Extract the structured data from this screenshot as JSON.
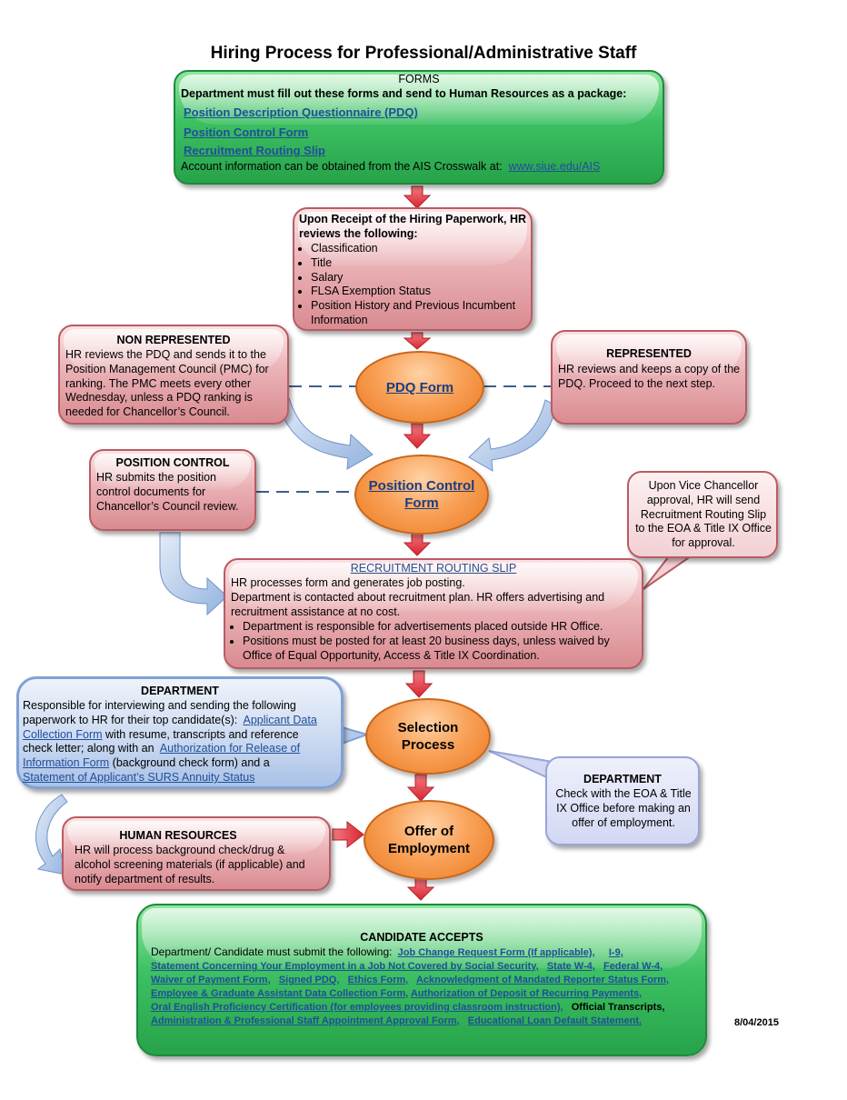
{
  "title": "Hiring Process for Professional/Administrative Staff",
  "forms": {
    "heading": "FORMS",
    "intro": "Department must fill out these forms and send to Human Resources as a package:",
    "links": [
      "Position Description Questionnaire (PDQ)",
      "Position Control Form",
      "Recruitment Routing Slip"
    ],
    "account_text": "Account information can be obtained from the AIS Crosswalk at:",
    "account_link": "www.siue.edu/AIS"
  },
  "receipt": {
    "heading": "Upon Receipt of the Hiring Paperwork, HR reviews the following:",
    "items": [
      "Classification",
      "Title",
      "Salary",
      "FLSA Exemption Status",
      "Position History and Previous Incumbent Information"
    ]
  },
  "non_represented": {
    "heading": "NON REPRESENTED",
    "text": "HR reviews the PDQ and sends it to the Position Management Council (PMC) for ranking.  The PMC meets every other Wednesday, unless a PDQ ranking is needed for Chancellor’s Council."
  },
  "represented": {
    "heading": "REPRESENTED",
    "text": "HR reviews and keeps a copy of the PDQ. Proceed to the next step."
  },
  "pdq_oval": "PDQ Form",
  "position_control": {
    "heading": "POSITION CONTROL",
    "text": "HR submits the position control documents for Chancellor’s Council review."
  },
  "position_control_oval": "Position Control Form",
  "vice_chancellor": {
    "text": "Upon Vice Chancellor approval, HR will send Recruitment Routing Slip to the EOA & Title IX Office for approval."
  },
  "routing": {
    "heading": "RECRUITMENT ROUTING SLIP",
    "line1": "HR processes form and generates job posting.",
    "line2": "Department is contacted about recruitment plan. HR offers advertising and recruitment assistance at no cost.",
    "bullets": [
      "Department is responsible for advertisements placed outside HR Office.",
      "Positions must be posted for at least 20 business days, unless waived by Office of Equal Opportunity, Access & Title IX Coordination."
    ]
  },
  "department_left": {
    "heading": "DEPARTMENT",
    "t1": "Responsible for interviewing and sending the following paperwork to HR for their top candidate(s):",
    "l1": "Applicant Data Collection Form",
    "t2": "with resume, transcripts and reference check letter; along with an",
    "l2": "Authorization for Release of Information Form",
    "t3": "(background check form) and a",
    "l3": "Statement of Applicant’s SURS Annuity Status"
  },
  "selection_oval": "Selection Process",
  "department_right": {
    "heading": "DEPARTMENT",
    "text": "Check with the EOA & Title IX Office before making an offer of employment."
  },
  "human_resources": {
    "heading": "HUMAN RESOURCES",
    "text": "HR will process background check/drug & alcohol screening materials (if applicable) and notify department of results."
  },
  "offer_oval": "Offer of Employment",
  "candidate": {
    "heading": "CANDIDATE ACCEPTS",
    "intro": "Department/ Candidate must submit the following:",
    "links": [
      "Job Change Request Form (If applicable),",
      "I-9,",
      "Statement Concerning Your Employment in a Job Not Covered by Social Security,",
      "State W-4,",
      "Federal W-4,",
      "Waiver of Payment Form,",
      "Signed PDQ,",
      "Ethics Form,",
      "Acknowledgment of Mandated Reporter Status Form,",
      "Employee & Graduate Assistant Data Collection Form,",
      "Authorization of Deposit of Recurring Payments,",
      "Oral English Proficiency Certification (for employees providing classroom instruction),",
      "Administration & Professional Staff Appointment Approval Form,",
      "Educational Loan Default Statement."
    ],
    "official": "Official Transcripts,"
  },
  "date": "8/04/2015",
  "colors": {
    "green": "#27a34a",
    "pink": "#d98b91",
    "orange": "#f9a259",
    "arrow_red": "#e8404a",
    "arrow_blue": "#9fbbe2"
  }
}
